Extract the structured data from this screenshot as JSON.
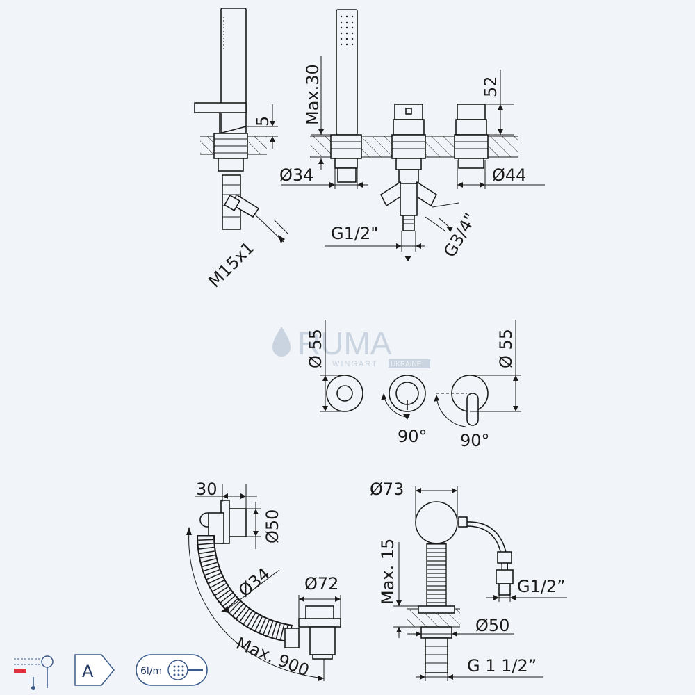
{
  "labels": {
    "handshower_gap": "5",
    "handshower_thread": "M15x1",
    "spout_max_height": "Max.30",
    "top_height": "52",
    "dia_34_top": "Ø34",
    "dia_44": "Ø44",
    "inlet_g12": "G1/2\"",
    "outlet_g34": "G3/4\"",
    "rosette_dia_left": "Ø 55",
    "rosette_dia_right": "Ø 55",
    "rotation_left": "90°",
    "rotation_right": "90°",
    "waste_depth": "30",
    "waste_dia_50": "Ø50",
    "hose_dia_34": "Ø34",
    "plug_dia_72": "Ø72",
    "hose_length": "Max. 900",
    "spout_body_dia_73": "Ø73",
    "spout_max_15": "Max. 15",
    "spout_inlet_g12": "G1/2”",
    "spout_base_dia_50": "Ø50",
    "spout_thread_g112": "G 1 1/2”"
  },
  "watermark": {
    "brand": "RUMA",
    "sub": "WINGART",
    "region": "UKRAINE"
  },
  "badges": {
    "energy_class": "A",
    "flow_rate": "6l/m"
  },
  "icons": {
    "mixer": "mixer-temperature-icon",
    "energy": "energy-class-icon",
    "flow": "shower-head-icon"
  },
  "colors": {
    "background": "#f1f4f8",
    "line": "#1a1a1a",
    "badge_stroke": "#3a5a8a",
    "watermark": "#c9d4e0"
  }
}
